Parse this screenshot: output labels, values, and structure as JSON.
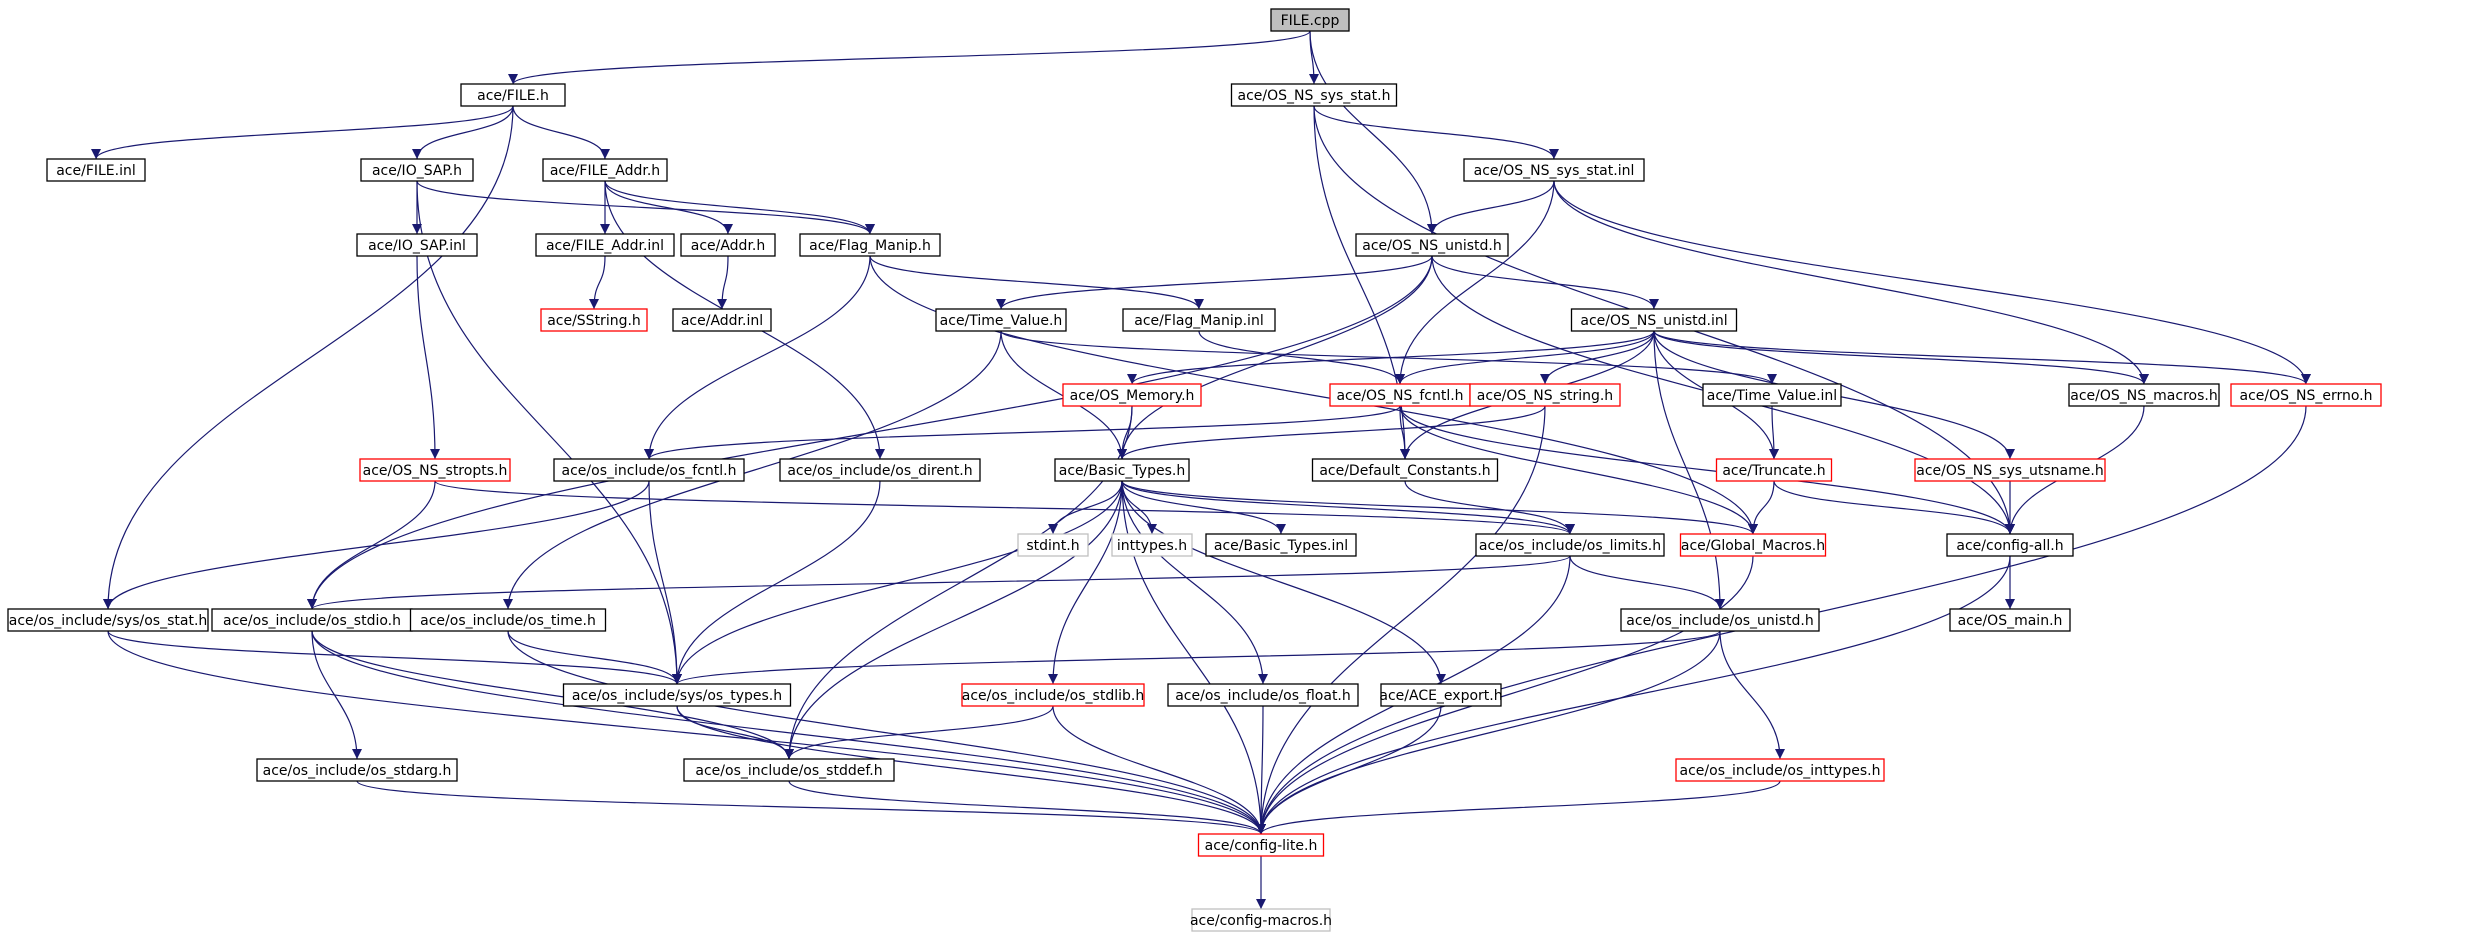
{
  "title": "FILE.cpp",
  "colors": {
    "edge": "#191970",
    "normal_border": "#000000",
    "truncated_border": "#ff0000",
    "undocumented_border": "#bfbfbf",
    "root_fill": "#bfbfbf",
    "text": "#000000"
  },
  "nodes": [
    {
      "id": "file_cpp",
      "label": "FILE.cpp",
      "kind": "root"
    },
    {
      "id": "file_h",
      "label": "ace/FILE.h",
      "kind": "normal"
    },
    {
      "id": "os_ns_sys_stat_h",
      "label": "ace/OS_NS_sys_stat.h",
      "kind": "normal"
    },
    {
      "id": "file_inl",
      "label": "ace/FILE.inl",
      "kind": "normal"
    },
    {
      "id": "io_sap_h",
      "label": "ace/IO_SAP.h",
      "kind": "normal"
    },
    {
      "id": "file_addr_h",
      "label": "ace/FILE_Addr.h",
      "kind": "normal"
    },
    {
      "id": "os_ns_sys_stat_inl",
      "label": "ace/OS_NS_sys_stat.inl",
      "kind": "normal"
    },
    {
      "id": "io_sap_inl",
      "label": "ace/IO_SAP.inl",
      "kind": "normal"
    },
    {
      "id": "file_addr_inl",
      "label": "ace/FILE_Addr.inl",
      "kind": "normal"
    },
    {
      "id": "addr_h",
      "label": "ace/Addr.h",
      "kind": "normal"
    },
    {
      "id": "flag_manip_h",
      "label": "ace/Flag_Manip.h",
      "kind": "normal"
    },
    {
      "id": "os_ns_unistd_h",
      "label": "ace/OS_NS_unistd.h",
      "kind": "normal"
    },
    {
      "id": "sstring_h",
      "label": "ace/SString.h",
      "kind": "truncated"
    },
    {
      "id": "addr_inl",
      "label": "ace/Addr.inl",
      "kind": "normal"
    },
    {
      "id": "time_value_h",
      "label": "ace/Time_Value.h",
      "kind": "normal"
    },
    {
      "id": "flag_manip_inl",
      "label": "ace/Flag_Manip.inl",
      "kind": "normal"
    },
    {
      "id": "os_ns_unistd_inl",
      "label": "ace/OS_NS_unistd.inl",
      "kind": "normal"
    },
    {
      "id": "os_memory_h",
      "label": "ace/OS_Memory.h",
      "kind": "truncated"
    },
    {
      "id": "os_ns_fcntl_h",
      "label": "ace/OS_NS_fcntl.h",
      "kind": "truncated"
    },
    {
      "id": "os_ns_string_h",
      "label": "ace/OS_NS_string.h",
      "kind": "truncated"
    },
    {
      "id": "time_value_inl",
      "label": "ace/Time_Value.inl",
      "kind": "normal"
    },
    {
      "id": "os_ns_macros_h",
      "label": "ace/OS_NS_macros.h",
      "kind": "normal"
    },
    {
      "id": "os_ns_errno_h",
      "label": "ace/OS_NS_errno.h",
      "kind": "truncated"
    },
    {
      "id": "os_ns_stropts_h",
      "label": "ace/OS_NS_stropts.h",
      "kind": "truncated"
    },
    {
      "id": "os_fcntl_h",
      "label": "ace/os_include/os_fcntl.h",
      "kind": "normal"
    },
    {
      "id": "os_dirent_h",
      "label": "ace/os_include/os_dirent.h",
      "kind": "normal"
    },
    {
      "id": "basic_types_h",
      "label": "ace/Basic_Types.h",
      "kind": "normal"
    },
    {
      "id": "default_constants_h",
      "label": "ace/Default_Constants.h",
      "kind": "normal"
    },
    {
      "id": "truncate_h",
      "label": "ace/Truncate.h",
      "kind": "truncated"
    },
    {
      "id": "os_ns_sys_utsname_h",
      "label": "ace/OS_NS_sys_utsname.h",
      "kind": "truncated"
    },
    {
      "id": "stdint_h",
      "label": "stdint.h",
      "kind": "undocumented"
    },
    {
      "id": "inttypes_h",
      "label": "inttypes.h",
      "kind": "undocumented"
    },
    {
      "id": "basic_types_inl",
      "label": "ace/Basic_Types.inl",
      "kind": "normal"
    },
    {
      "id": "os_limits_h",
      "label": "ace/os_include/os_limits.h",
      "kind": "normal"
    },
    {
      "id": "global_macros_h",
      "label": "ace/Global_Macros.h",
      "kind": "truncated"
    },
    {
      "id": "config_all_h",
      "label": "ace/config-all.h",
      "kind": "normal"
    },
    {
      "id": "sys_os_stat_h",
      "label": "ace/os_include/sys/os_stat.h",
      "kind": "normal"
    },
    {
      "id": "os_stdio_h",
      "label": "ace/os_include/os_stdio.h",
      "kind": "normal"
    },
    {
      "id": "os_time_h",
      "label": "ace/os_include/os_time.h",
      "kind": "normal"
    },
    {
      "id": "os_unistd_h",
      "label": "ace/os_include/os_unistd.h",
      "kind": "normal"
    },
    {
      "id": "os_main_h",
      "label": "ace/OS_main.h",
      "kind": "normal"
    },
    {
      "id": "sys_os_types_h",
      "label": "ace/os_include/sys/os_types.h",
      "kind": "normal"
    },
    {
      "id": "os_stdlib_h",
      "label": "ace/os_include/os_stdlib.h",
      "kind": "truncated"
    },
    {
      "id": "os_float_h",
      "label": "ace/os_include/os_float.h",
      "kind": "normal"
    },
    {
      "id": "ace_export_h",
      "label": "ace/ACE_export.h",
      "kind": "normal"
    },
    {
      "id": "os_stdarg_h",
      "label": "ace/os_include/os_stdarg.h",
      "kind": "normal"
    },
    {
      "id": "os_stddef_h",
      "label": "ace/os_include/os_stddef.h",
      "kind": "normal"
    },
    {
      "id": "os_inttypes_h",
      "label": "ace/os_include/os_inttypes.h",
      "kind": "truncated"
    },
    {
      "id": "config_lite_h",
      "label": "ace/config-lite.h",
      "kind": "truncated"
    },
    {
      "id": "config_macros_h",
      "label": "ace/config-macros.h",
      "kind": "undocumented"
    }
  ],
  "edges": [
    [
      "file_cpp",
      "file_h"
    ],
    [
      "file_cpp",
      "os_ns_sys_stat_h"
    ],
    [
      "file_cpp",
      "os_ns_unistd_h"
    ],
    [
      "file_h",
      "file_inl"
    ],
    [
      "file_h",
      "io_sap_h"
    ],
    [
      "file_h",
      "file_addr_h"
    ],
    [
      "file_h",
      "sys_os_stat_h"
    ],
    [
      "os_ns_sys_stat_h",
      "os_ns_sys_stat_inl"
    ],
    [
      "os_ns_sys_stat_h",
      "default_constants_h"
    ],
    [
      "os_ns_sys_stat_h",
      "config_all_h"
    ],
    [
      "io_sap_h",
      "io_sap_inl"
    ],
    [
      "io_sap_h",
      "flag_manip_h"
    ],
    [
      "io_sap_h",
      "sys_os_types_h"
    ],
    [
      "file_addr_h",
      "file_addr_inl"
    ],
    [
      "file_addr_h",
      "addr_h"
    ],
    [
      "file_addr_h",
      "flag_manip_h"
    ],
    [
      "file_addr_h",
      "os_dirent_h"
    ],
    [
      "os_ns_sys_stat_inl",
      "os_ns_unistd_h"
    ],
    [
      "os_ns_sys_stat_inl",
      "os_ns_fcntl_h"
    ],
    [
      "os_ns_sys_stat_inl",
      "os_ns_macros_h"
    ],
    [
      "os_ns_sys_stat_inl",
      "os_ns_errno_h"
    ],
    [
      "io_sap_inl",
      "os_ns_stropts_h"
    ],
    [
      "file_addr_inl",
      "sstring_h"
    ],
    [
      "addr_h",
      "addr_inl"
    ],
    [
      "flag_manip_h",
      "flag_manip_inl"
    ],
    [
      "flag_manip_h",
      "os_fcntl_h"
    ],
    [
      "flag_manip_h",
      "global_macros_h"
    ],
    [
      "os_ns_unistd_h",
      "time_value_h"
    ],
    [
      "os_ns_unistd_h",
      "os_ns_unistd_inl"
    ],
    [
      "os_ns_unistd_h",
      "basic_types_h"
    ],
    [
      "os_ns_unistd_h",
      "os_stdio_h"
    ],
    [
      "os_ns_unistd_h",
      "config_all_h"
    ],
    [
      "time_value_h",
      "time_value_inl"
    ],
    [
      "time_value_h",
      "basic_types_h"
    ],
    [
      "time_value_h",
      "os_time_h"
    ],
    [
      "flag_manip_inl",
      "os_ns_fcntl_h"
    ],
    [
      "os_ns_unistd_inl",
      "os_memory_h"
    ],
    [
      "os_ns_unistd_inl",
      "os_ns_fcntl_h"
    ],
    [
      "os_ns_unistd_inl",
      "os_ns_string_h"
    ],
    [
      "os_ns_unistd_inl",
      "os_ns_macros_h"
    ],
    [
      "os_ns_unistd_inl",
      "os_ns_errno_h"
    ],
    [
      "os_ns_unistd_inl",
      "default_constants_h"
    ],
    [
      "os_ns_unistd_inl",
      "truncate_h"
    ],
    [
      "os_ns_unistd_inl",
      "os_ns_sys_utsname_h"
    ],
    [
      "os_ns_unistd_inl",
      "os_unistd_h"
    ],
    [
      "os_memory_h",
      "basic_types_h"
    ],
    [
      "os_memory_h",
      "os_stddef_h"
    ],
    [
      "os_ns_fcntl_h",
      "os_fcntl_h"
    ],
    [
      "os_ns_fcntl_h",
      "default_constants_h"
    ],
    [
      "os_ns_fcntl_h",
      "global_macros_h"
    ],
    [
      "os_ns_fcntl_h",
      "config_all_h"
    ],
    [
      "os_ns_string_h",
      "basic_types_h"
    ],
    [
      "os_ns_string_h",
      "config_lite_h"
    ],
    [
      "time_value_inl",
      "truncate_h"
    ],
    [
      "os_ns_macros_h",
      "config_all_h"
    ],
    [
      "os_ns_errno_h",
      "config_lite_h"
    ],
    [
      "os_ns_stropts_h",
      "os_stdio_h"
    ],
    [
      "os_ns_stropts_h",
      "os_limits_h"
    ],
    [
      "os_fcntl_h",
      "sys_os_stat_h"
    ],
    [
      "os_fcntl_h",
      "sys_os_types_h"
    ],
    [
      "os_dirent_h",
      "sys_os_types_h"
    ],
    [
      "basic_types_h",
      "stdint_h"
    ],
    [
      "basic_types_h",
      "inttypes_h"
    ],
    [
      "basic_types_h",
      "basic_types_inl"
    ],
    [
      "basic_types_h",
      "os_limits_h"
    ],
    [
      "basic_types_h",
      "global_macros_h"
    ],
    [
      "basic_types_h",
      "sys_os_types_h"
    ],
    [
      "basic_types_h",
      "os_stdlib_h"
    ],
    [
      "basic_types_h",
      "os_float_h"
    ],
    [
      "basic_types_h",
      "ace_export_h"
    ],
    [
      "basic_types_h",
      "os_stddef_h"
    ],
    [
      "basic_types_h",
      "config_lite_h"
    ],
    [
      "default_constants_h",
      "os_limits_h"
    ],
    [
      "truncate_h",
      "global_macros_h"
    ],
    [
      "truncate_h",
      "config_all_h"
    ],
    [
      "os_ns_sys_utsname_h",
      "config_all_h"
    ],
    [
      "os_limits_h",
      "os_unistd_h"
    ],
    [
      "os_limits_h",
      "os_stdio_h"
    ],
    [
      "os_limits_h",
      "config_lite_h"
    ],
    [
      "global_macros_h",
      "config_lite_h"
    ],
    [
      "config_all_h",
      "os_main_h"
    ],
    [
      "config_all_h",
      "config_lite_h"
    ],
    [
      "sys_os_stat_h",
      "sys_os_types_h"
    ],
    [
      "sys_os_stat_h",
      "config_lite_h"
    ],
    [
      "os_stdio_h",
      "os_stdarg_h"
    ],
    [
      "os_stdio_h",
      "os_stddef_h"
    ],
    [
      "os_stdio_h",
      "config_lite_h"
    ],
    [
      "os_time_h",
      "sys_os_types_h"
    ],
    [
      "os_time_h",
      "config_lite_h"
    ],
    [
      "os_unistd_h",
      "sys_os_types_h"
    ],
    [
      "os_unistd_h",
      "os_inttypes_h"
    ],
    [
      "os_unistd_h",
      "config_lite_h"
    ],
    [
      "sys_os_types_h",
      "os_stddef_h"
    ],
    [
      "sys_os_types_h",
      "config_lite_h"
    ],
    [
      "os_stdlib_h",
      "os_stddef_h"
    ],
    [
      "os_stdlib_h",
      "config_lite_h"
    ],
    [
      "os_float_h",
      "config_lite_h"
    ],
    [
      "ace_export_h",
      "config_lite_h"
    ],
    [
      "os_stdarg_h",
      "config_lite_h"
    ],
    [
      "os_stddef_h",
      "config_lite_h"
    ],
    [
      "os_inttypes_h",
      "config_lite_h"
    ],
    [
      "config_lite_h",
      "config_macros_h"
    ]
  ]
}
